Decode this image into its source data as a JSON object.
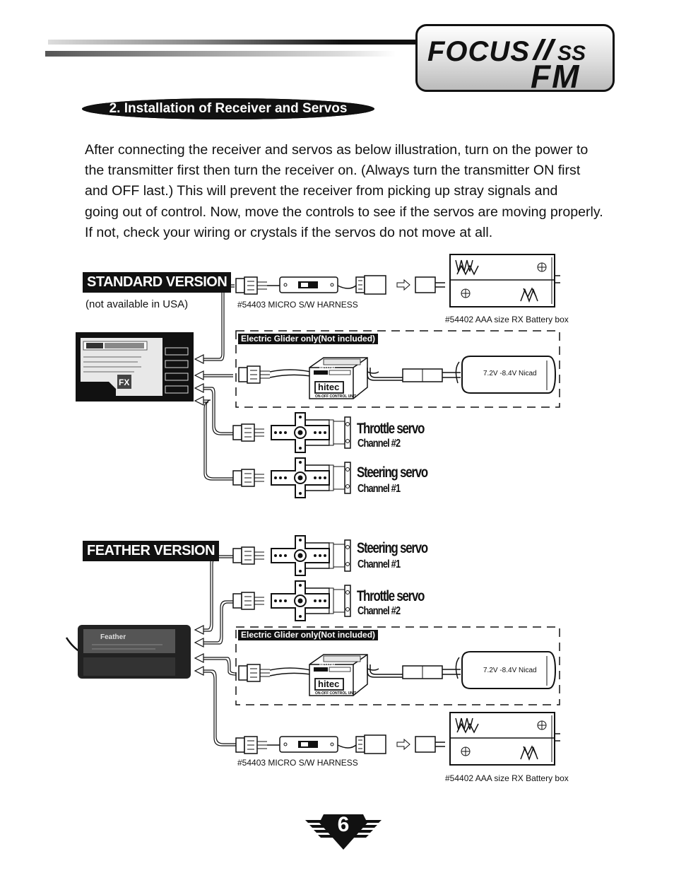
{
  "header": {
    "logo_top": "FOCUS",
    "logo_ss": "SS",
    "logo_fm": "FM"
  },
  "section": {
    "title": "2. Installation of Receiver and Servos",
    "paragraph_lines": [
      "After connecting the receiver and servos as below illustration, turn on the power to",
      "the transmitter first then turn the receiver on. (Always turn the transmitter ON first",
      "and OFF last.)  This will prevent the receiver from picking up stray signals and",
      "going out of control.  Now, move the controls to see if the servos are moving properly.",
      "If not, check your wiring or crystals if the servos do not move at all."
    ]
  },
  "standard": {
    "label": "STANDARD VERSION",
    "note": "(not available in USA)",
    "harness": "#54403 MICRO S/W HARNESS",
    "battery_box": "#54402 AAA size RX Battery box",
    "glider": "Electric Glider only(Not included)",
    "nicad": "7.2V -8.4V Nicad",
    "servo1_name": "Throttle servo",
    "servo1_channel": "Channel  #2",
    "servo2_name": "Steering servo",
    "servo2_channel": "Channel  #1"
  },
  "feather": {
    "label": "FEATHER VERSION",
    "servo1_name": "Steering servo",
    "servo1_channel": "Channel  #1",
    "servo2_name": "Throttle servo",
    "servo2_channel": "Channel  #2",
    "glider": "Electric Glider only(Not included)",
    "nicad": "7.2V -8.4V Nicad",
    "harness": "#54403 MICRO S/W HARNESS",
    "battery_box": "#54402 AAA size RX Battery box"
  },
  "speed_control": {
    "brand": "hitec",
    "motor_tag": "MOTOR",
    "unit_label": "ON-OFF CONTROL UNIT"
  },
  "footer": {
    "page_number": "6"
  }
}
